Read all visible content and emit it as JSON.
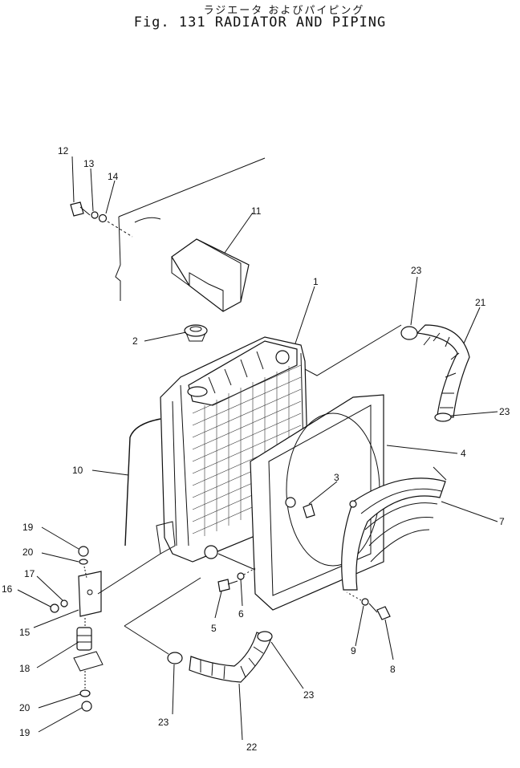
{
  "title": {
    "japanese": "ラジエータ およびパイピング",
    "english": "Fig. 131 RADIATOR AND PIPING"
  },
  "callouts": [
    "1",
    "2",
    "3",
    "4",
    "5",
    "6",
    "7",
    "8",
    "9",
    "10",
    "11",
    "12",
    "13",
    "14",
    "15",
    "16",
    "17",
    "18",
    "19",
    "20",
    "21",
    "22",
    "23"
  ]
}
